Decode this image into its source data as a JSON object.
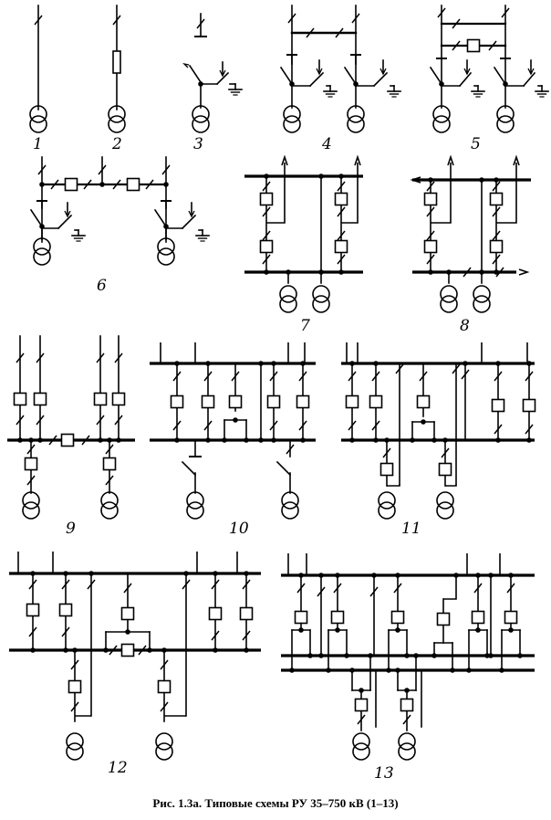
{
  "caption": "Рис. 1.3а. Типовые схемы РУ 35–750 кВ (1–13)",
  "scheme_numbers": [
    "1",
    "2",
    "3",
    "4",
    "5",
    "6",
    "7",
    "8",
    "9",
    "10",
    "11",
    "12",
    "13"
  ],
  "colors": {
    "ink": "#000000",
    "paper": "#ffffff"
  }
}
